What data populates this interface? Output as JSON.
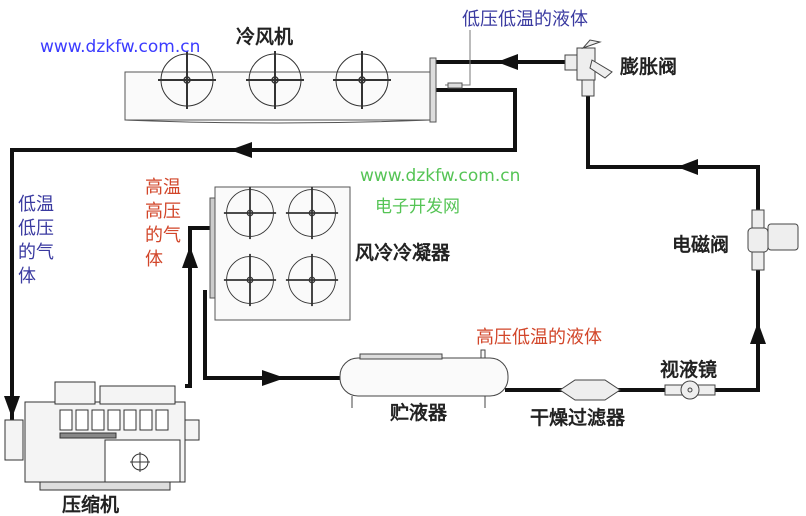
{
  "labels": {
    "evaporator": "冷风机",
    "expansion_valve": "膨胀阀",
    "low_pressure_liquid": "低压低温的液体",
    "low_temp_gas": "低温低压的气体",
    "high_temp_gas": "高温高压的气体",
    "condenser": "风冷冷凝器",
    "solenoid_valve": "电磁阀",
    "high_pressure_liquid": "高压低温的液体",
    "sight_glass": "视液镜",
    "receiver": "贮液器",
    "filter_drier": "干燥过滤器",
    "compressor": "压缩机"
  },
  "watermarks": {
    "site_blue": "www.dzkfw.com.cn",
    "site_green": "www.dzkfw.com.cn",
    "site_name": "电子开发网"
  },
  "colors": {
    "pipe": "#111111",
    "blue_text": "#3a3aa0",
    "red_text": "#d2462a",
    "watermark_green": "#55c455"
  }
}
